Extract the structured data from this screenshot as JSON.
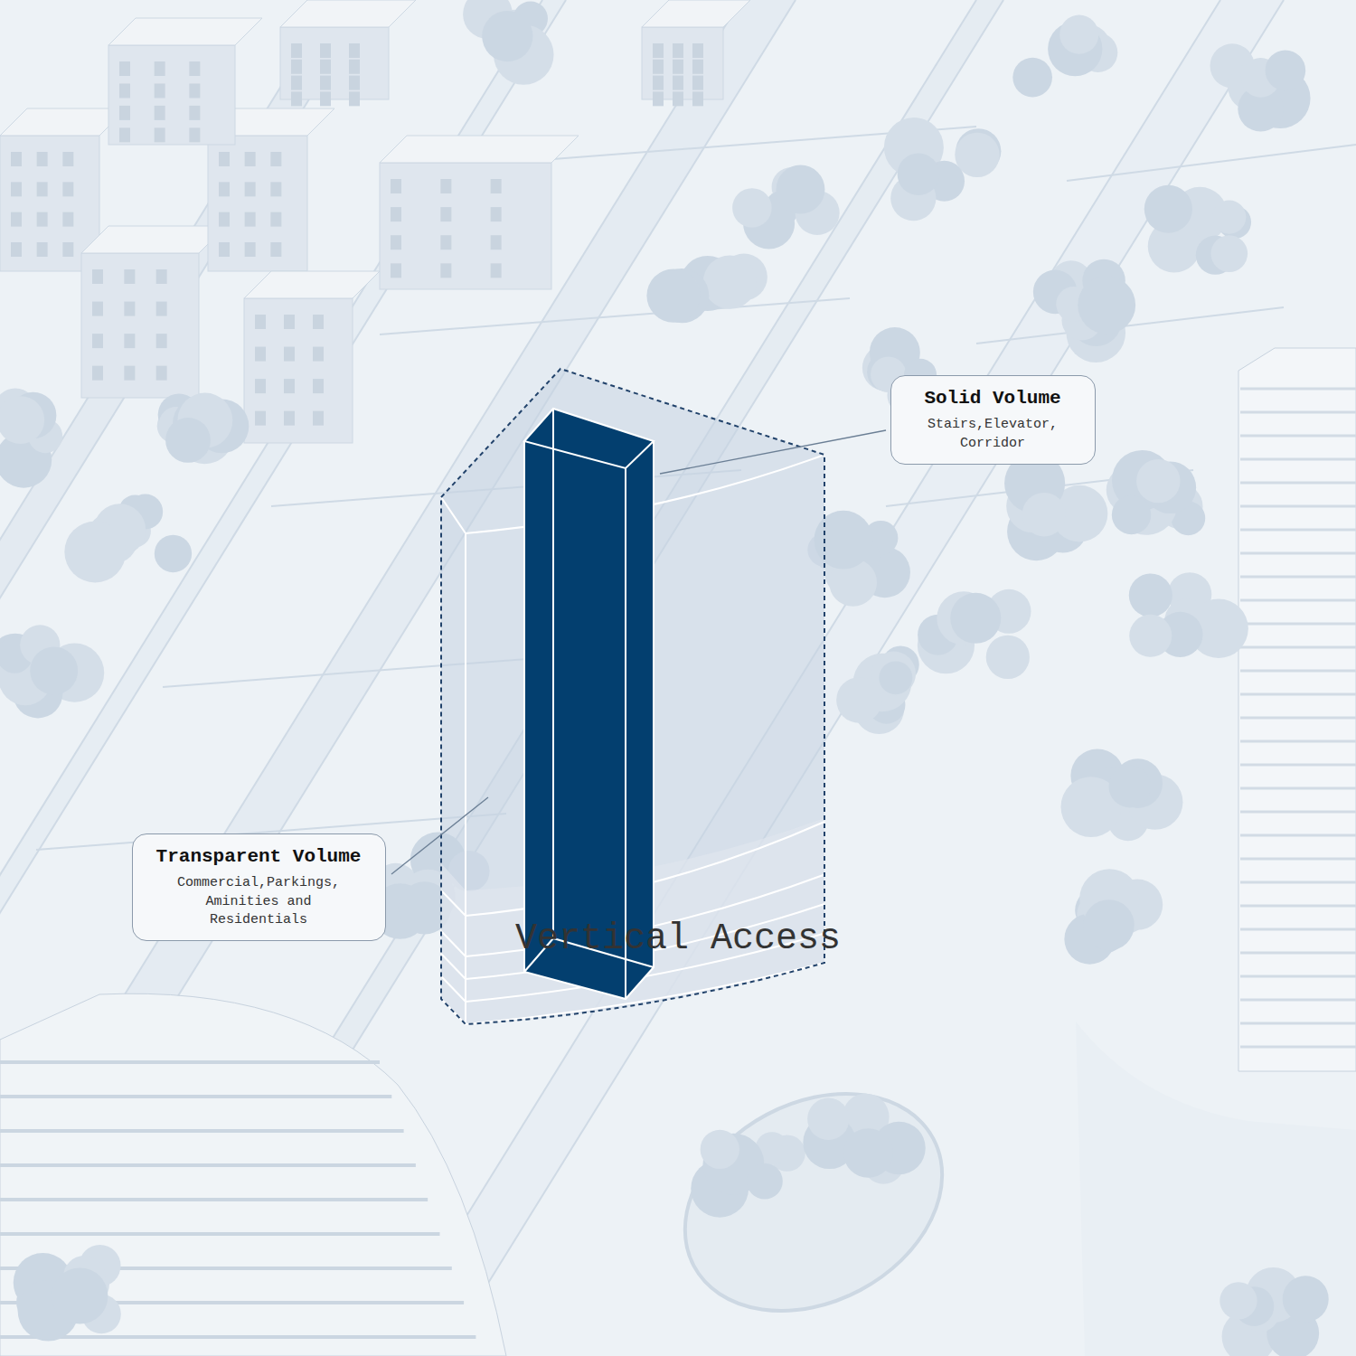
{
  "diagram": {
    "title": "Vertical Access",
    "nodes": [
      {
        "text": [
          "Solid Volume",
          "Stairs,Elevator, Corridor"
        ]
      },
      {
        "text": [
          "Transparent Volume",
          "Commercial,Parkings, Aminities and Residentials"
        ]
      }
    ]
  }
}
